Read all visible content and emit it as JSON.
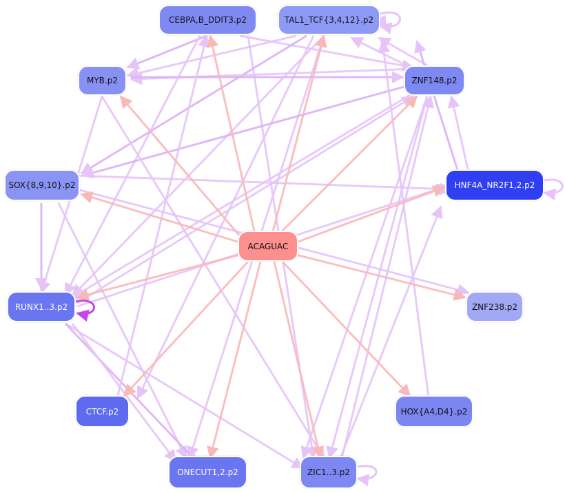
{
  "graph": {
    "center_node": {
      "id": "acaguac",
      "label": "ACAGUAC",
      "color": "#fe8f8f"
    },
    "nodes": [
      {
        "id": "cebpa",
        "label": "CEBPA,B_DDIT3.p2",
        "color": "#7e8af2",
        "text_color": "dark"
      },
      {
        "id": "tal1",
        "label": "TAL1_TCF{3,4,12}.p2",
        "color": "#8d99f5",
        "text_color": "dark"
      },
      {
        "id": "myb",
        "label": "MYB.p2",
        "color": "#8791f3",
        "text_color": "dark"
      },
      {
        "id": "znf148",
        "label": "ZNF148.p2",
        "color": "#7e89f3",
        "text_color": "dark"
      },
      {
        "id": "sox",
        "label": "SOX{8,9,10}.p2",
        "color": "#8a94f4",
        "text_color": "dark"
      },
      {
        "id": "hnf4a",
        "label": "HNF4A_NR2F1,2.p2",
        "color": "#2f3ff1",
        "text_color": "light"
      },
      {
        "id": "runx1",
        "label": "RUNX1..3.p2",
        "color": "#6a76f0",
        "text_color": "light"
      },
      {
        "id": "znf238",
        "label": "ZNF238.p2",
        "color": "#a1a9f4",
        "text_color": "dark"
      },
      {
        "id": "ctcf",
        "label": "CTCF.p2",
        "color": "#5e6bef",
        "text_color": "light"
      },
      {
        "id": "hox",
        "label": "HOX{A4,D4}.p2",
        "color": "#7c86f1",
        "text_color": "dark"
      },
      {
        "id": "onecut",
        "label": "ONECUT1,2.p2",
        "color": "#6a76f0",
        "text_color": "light"
      },
      {
        "id": "zic1",
        "label": "ZIC1..3.p2",
        "color": "#7d88f2",
        "text_color": "dark"
      }
    ],
    "colors": {
      "center_edge": "#f9b8b8",
      "tf_edge": "#e6c4f8",
      "tf_edge_strong": "#dcb0f5",
      "runx_self_loop": "#c348ec"
    }
  }
}
